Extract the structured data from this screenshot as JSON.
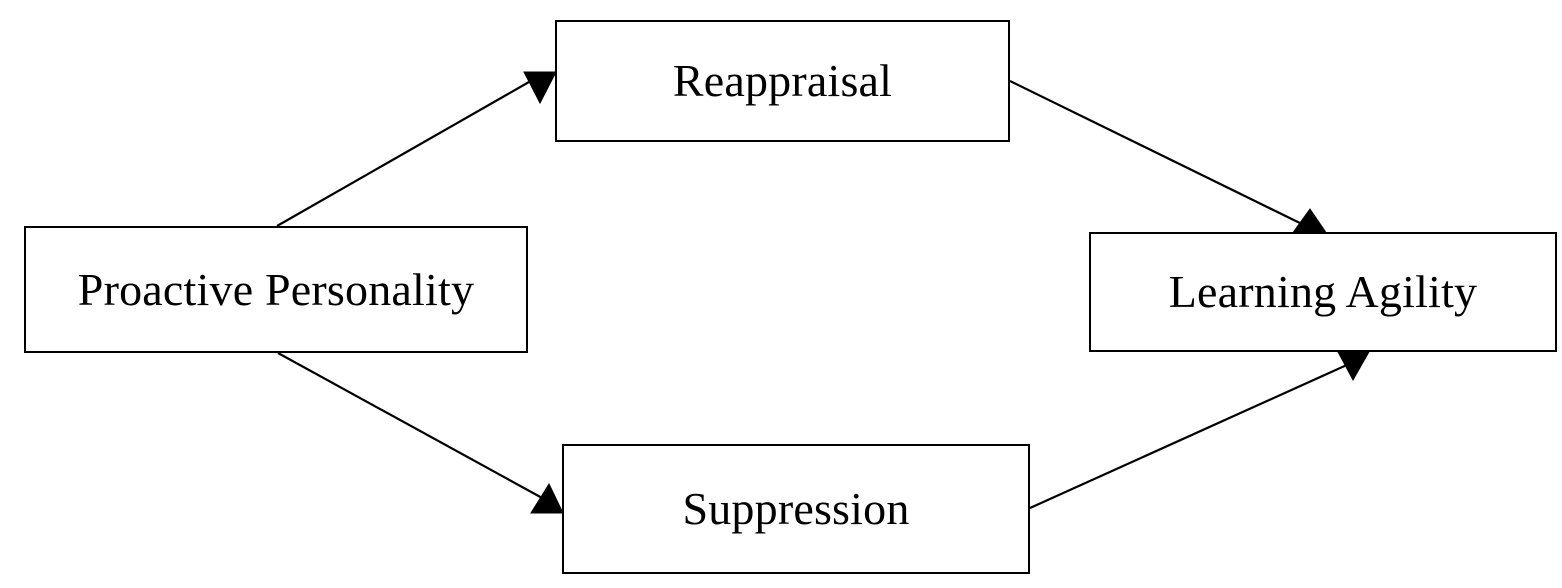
{
  "diagram": {
    "type": "path-model",
    "title": "",
    "background_color": "#ffffff",
    "line_color": "#000000",
    "box_border_color": "#000000",
    "box_fill_color": "#ffffff",
    "nodes": [
      {
        "id": "proactive-personality",
        "label": "Proactive Personality",
        "role": "predictor"
      },
      {
        "id": "reappraisal",
        "label": "Reappraisal",
        "role": "mediator"
      },
      {
        "id": "suppression",
        "label": "Suppression",
        "role": "mediator"
      },
      {
        "id": "learning-agility",
        "label": "Learning Agility",
        "role": "outcome"
      }
    ],
    "edges": [
      {
        "id": "edge-pp-to-reappraisal",
        "from": "proactive-personality",
        "to": "reappraisal",
        "arrowhead": "filled-triangle",
        "label": ""
      },
      {
        "id": "edge-pp-to-suppression",
        "from": "proactive-personality",
        "to": "suppression",
        "arrowhead": "filled-triangle",
        "label": ""
      },
      {
        "id": "edge-reappraisal-to-agility",
        "from": "reappraisal",
        "to": "learning-agility",
        "arrowhead": "filled-triangle",
        "label": ""
      },
      {
        "id": "edge-suppression-to-agility",
        "from": "suppression",
        "to": "learning-agility",
        "arrowhead": "filled-triangle",
        "label": ""
      }
    ]
  },
  "chart_data": {
    "type": "diagram",
    "title": "",
    "categories": [
      "Proactive Personality",
      "Reappraisal",
      "Suppression",
      "Learning Agility"
    ],
    "values": []
  }
}
